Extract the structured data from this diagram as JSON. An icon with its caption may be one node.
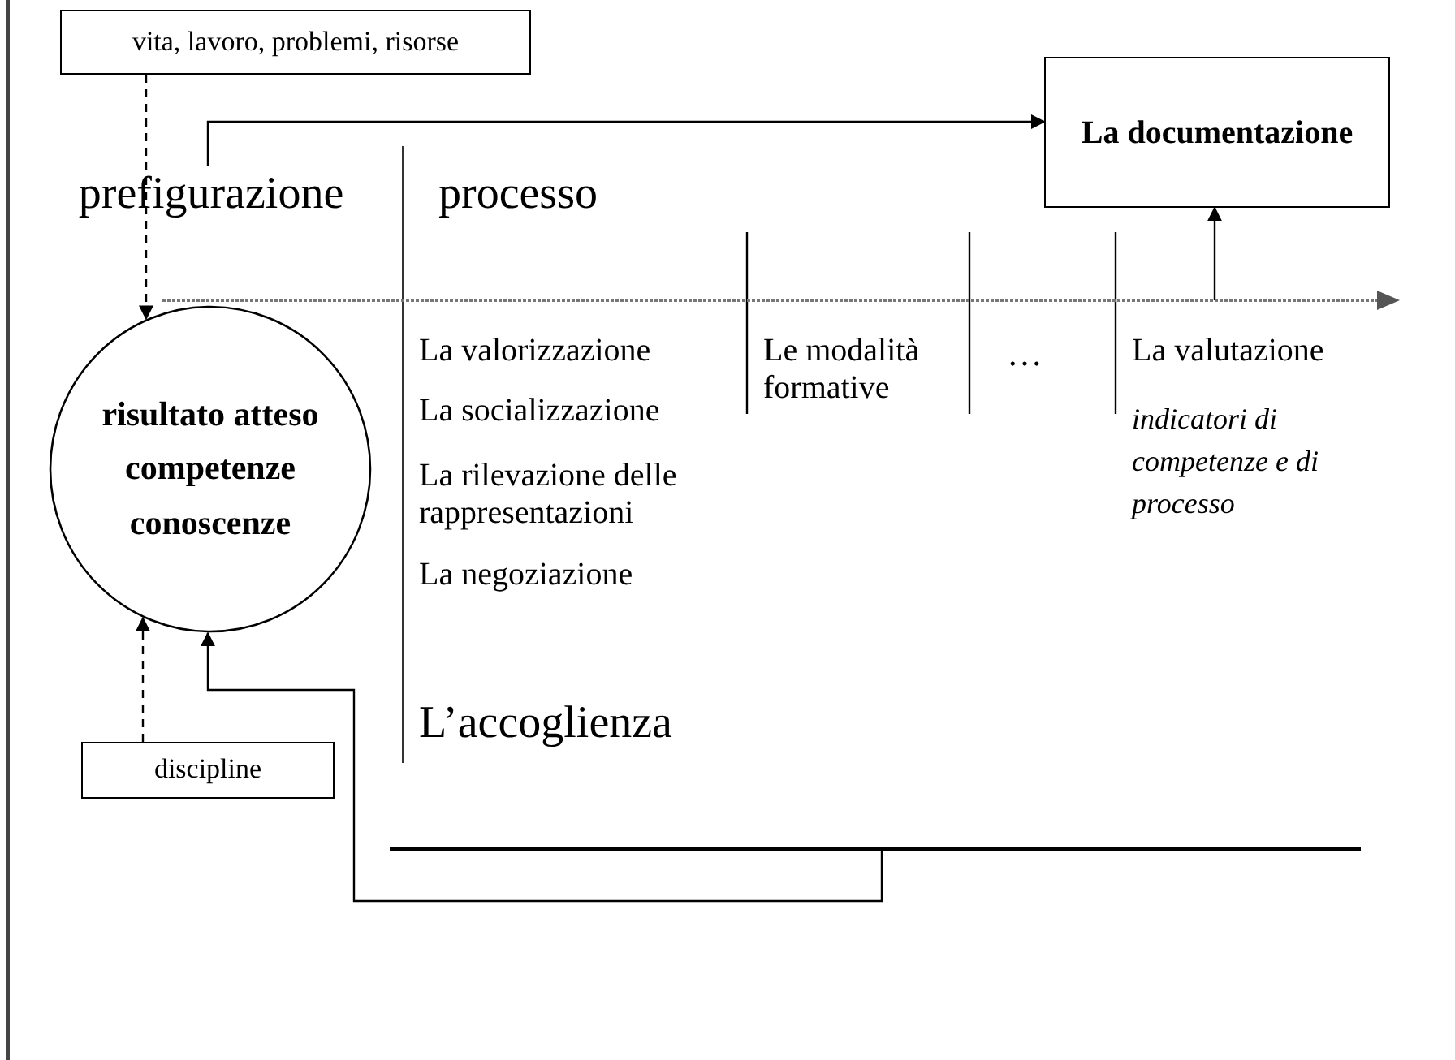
{
  "diagram": {
    "nodes": [
      {
        "text": [
          "vita, lavoro, problemi, risorse"
        ]
      },
      {
        "text": [
          "La documentazione"
        ]
      },
      {
        "text": [
          "prefigurazione"
        ]
      },
      {
        "text": [
          "risultato atteso",
          "competenze",
          "conoscenze"
        ]
      },
      {
        "text": [
          "discipline"
        ]
      },
      {
        "text": [],
        "shape": "bar"
      }
    ],
    "edges": [
      {
        "from": 0,
        "to": 3,
        "arrow": "to",
        "style": "dashed"
      },
      {
        "from": 2,
        "to": 1,
        "arrow": "to"
      },
      {
        "from": null,
        "to": 1,
        "arrow": "to"
      },
      {
        "from": 4,
        "to": 3,
        "arrow": "to",
        "style": "dashed"
      },
      {
        "from": 5,
        "to": 3,
        "arrow": "to"
      }
    ],
    "labels": [
      "processo",
      "La valorizzazione",
      "La socializzazione",
      "La rilevazione delle rappresentazioni",
      "La negoziazione",
      "Le modalità formative",
      "…",
      "La valutazione",
      "indicatori di competenze e di processo",
      "L’accoglienza"
    ]
  }
}
